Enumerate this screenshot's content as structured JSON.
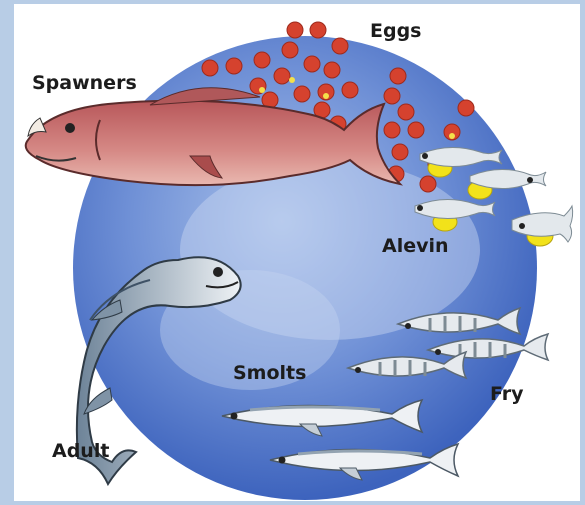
{
  "diagram": {
    "stages": {
      "eggs": "Eggs",
      "alevin": "Alevin",
      "fry": "Fry",
      "smolts": "Smolts",
      "adult": "Adult",
      "spawners": "Spawners"
    }
  },
  "colors": {
    "outer_background": "#b8cde6",
    "panel_background": "#ffffff",
    "circle_blue": "#4f74c8",
    "egg_red": "#d5422e",
    "spawner_red": "#c96a68",
    "yolk_yellow": "#f2e21a",
    "adult_silver": "#8fa3b8"
  }
}
